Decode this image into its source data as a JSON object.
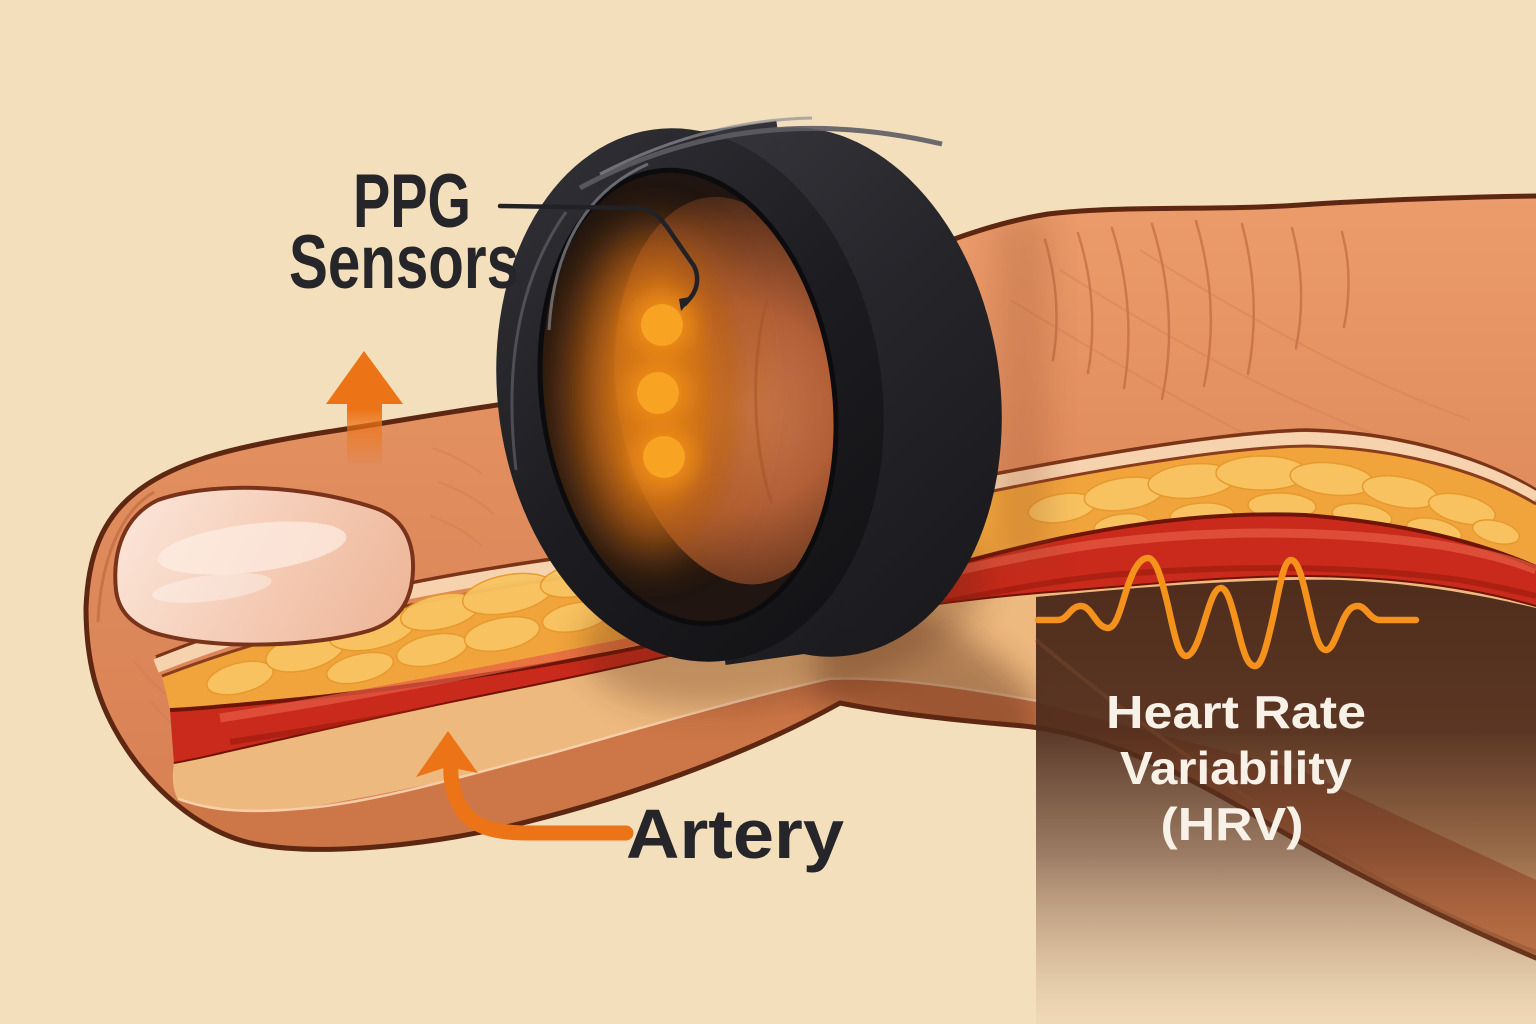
{
  "illustration": {
    "background_color": "#f4dfbd",
    "accent_orange": "#ec7316",
    "sensor_dot_color": "#f9a322",
    "waveform_color": "#f5921c",
    "ring_color": "#232327",
    "artery_color": "#c92a1b",
    "fat_color": "#f1a43c",
    "skin_color": "#e0915f",
    "shadow_color": "#4a2819",
    "label_color": "#26262a",
    "hrv_text_color": "#f7f1e8",
    "sensor_count": "3"
  },
  "labels": {
    "ppg_line1": "PPG",
    "ppg_line2": "Sensors",
    "artery": "Artery",
    "hrv_line1": "Heart Rate",
    "hrv_line2": "Variability",
    "hrv_line3": "(HRV)"
  }
}
